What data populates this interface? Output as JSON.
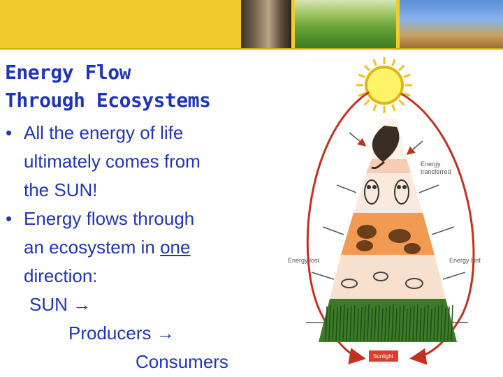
{
  "title": {
    "line1": "Energy Flow",
    "line2": "Through Ecosystems"
  },
  "bullets": [
    {
      "marker": "•",
      "lines": [
        "All the energy of life",
        "ultimately comes from",
        "the SUN!"
      ]
    },
    {
      "marker": "•",
      "line1": "Energy flows through",
      "line2_prefix": "an ecosystem in ",
      "line2_underlined": "one",
      "line3": "direction:",
      "flow": [
        "SUN →",
        "Producers →",
        "Consumers"
      ]
    }
  ],
  "diagram": {
    "labels": {
      "energy_transferred_1": "Energy",
      "energy_transferred_2": "transferred",
      "energy_lost_left": "Energy lost",
      "energy_lost_right": "Energy lost",
      "sunlight": "Sunlight"
    },
    "colors": {
      "sun": "#fff36a",
      "tier_top": "#f4cdb4",
      "tier_owls": "#fbe9dd",
      "tier_rodents": "#f39a52",
      "tier_insects": "#f8e0cf",
      "tier_grass": "#3c7a2a",
      "arrow": "#c43020",
      "sunlight_box": "#e03c2c"
    }
  }
}
